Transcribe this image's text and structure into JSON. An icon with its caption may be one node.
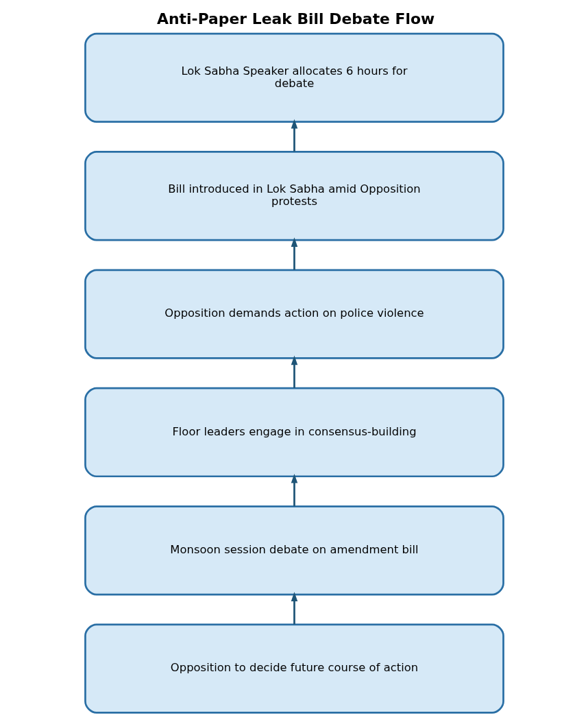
{
  "diagram": {
    "title": "Anti-Paper Leak Bill Debate Flow",
    "nodes": [
      {
        "text": [
          "Lok Sabha Speaker allocates 6 hours for debate"
        ]
      },
      {
        "text": [
          "Bill introduced in Lok Sabha amid Opposition protests"
        ]
      },
      {
        "text": [
          "Opposition demands action on police violence"
        ]
      },
      {
        "text": [
          "Floor leaders engage in consensus-building"
        ]
      },
      {
        "text": [
          "Monsoon session debate on amendment bill"
        ]
      },
      {
        "text": [
          "Opposition to decide future course of action"
        ]
      }
    ],
    "edges": [
      {
        "from": 1,
        "to": 0,
        "arrow": "to"
      },
      {
        "from": 2,
        "to": 1,
        "arrow": "to"
      },
      {
        "from": 3,
        "to": 2,
        "arrow": "to"
      },
      {
        "from": 4,
        "to": 3,
        "arrow": "to"
      },
      {
        "from": 5,
        "to": 4,
        "arrow": "to"
      }
    ]
  }
}
